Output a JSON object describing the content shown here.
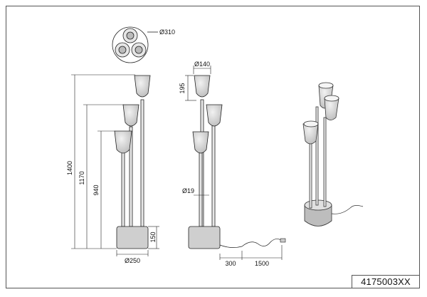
{
  "product_code": "4175003XX",
  "dimensions": {
    "top_view_diameter": "Ø310",
    "height_total": "1400",
    "height_middle": "1170",
    "height_lower": "940",
    "base_height": "150",
    "base_diameter": "Ø250",
    "shade_diameter": "Ø140",
    "shade_height": "195",
    "rod_diameter": "Ø19",
    "cable_length_1": "300",
    "cable_length_2": "1500"
  },
  "colors": {
    "line": "#222222",
    "shade_fill": "#d7d7d7",
    "base_fill": "#cfcfcf",
    "border": "#555555"
  }
}
